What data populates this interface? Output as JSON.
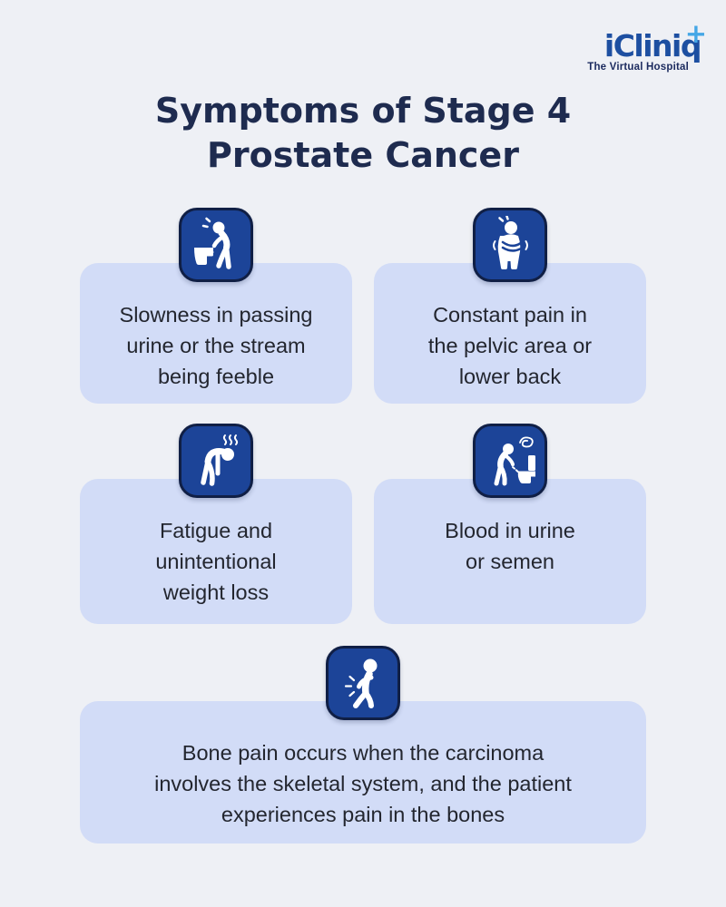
{
  "logo": {
    "brand": "iCliniq",
    "plus": "+",
    "tagline": "The Virtual Hospital"
  },
  "title": {
    "line1": "Symptoms of Stage 4",
    "line2": "Prostate Cancer"
  },
  "cards": [
    {
      "id": "urine-slowness",
      "icon": "straining-at-toilet-icon",
      "label": "Slowness in passing\nurine or the stream\nbeing feeble"
    },
    {
      "id": "pelvic-pain",
      "icon": "pelvic-pain-icon",
      "label": "Constant pain in\nthe pelvic area or\nlower back"
    },
    {
      "id": "fatigue-weight-loss",
      "icon": "fatigued-person-icon",
      "label": "Fatigue and\nunintentional\nweight loss"
    },
    {
      "id": "blood-in-urine",
      "icon": "urinating-at-toilet-icon",
      "label": "Blood in urine\nor semen"
    },
    {
      "id": "bone-pain",
      "icon": "back-pain-icon",
      "label": "Bone pain occurs when the carcinoma\ninvolves the skeletal system, and the patient\nexperiences pain in the bones"
    }
  ],
  "colors": {
    "page_bg": "#eef0f5",
    "card_bg": "#d2dcf7",
    "tile_bg": "#1c4498",
    "tile_border": "#101f45",
    "title": "#1e2b4f",
    "body_text": "#23262f",
    "logo_blue": "#1d4fa1",
    "logo_light_blue": "#45a7e6",
    "tagline_navy": "#1b2a5e",
    "icon_glyph": "#ffffff"
  }
}
